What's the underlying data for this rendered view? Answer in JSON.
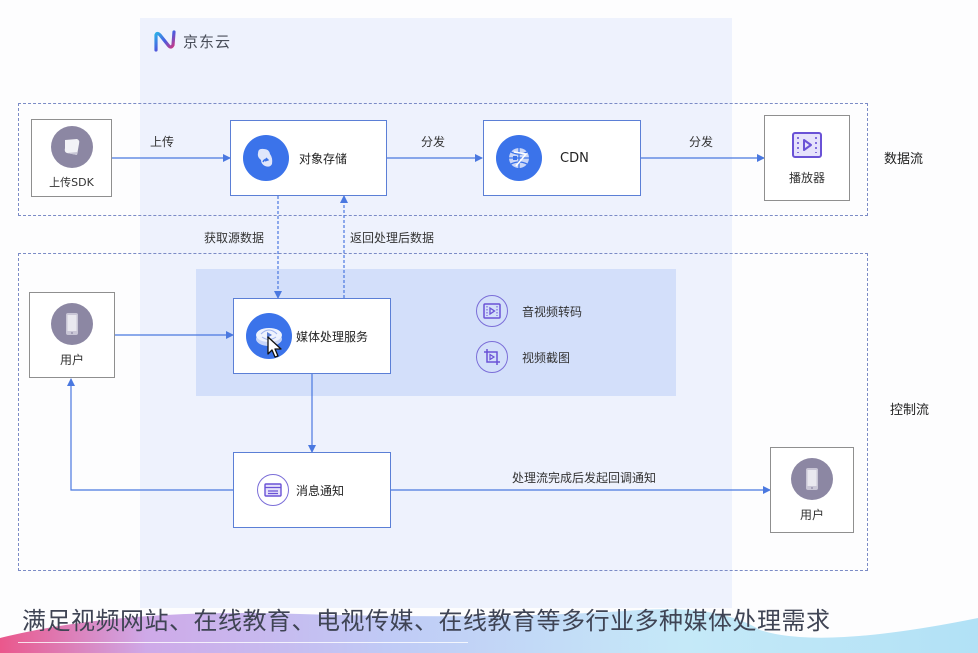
{
  "brand": {
    "name": "京东云"
  },
  "zones": {
    "data_flow": {
      "label": "数据流"
    },
    "control_flow": {
      "label": "控制流"
    }
  },
  "nodes": {
    "upload_sdk": {
      "label": "上传SDK",
      "icon": "upload-sdk-icon"
    },
    "object_storage": {
      "label": "对象存储",
      "icon": "cloud-storage-icon"
    },
    "cdn": {
      "label": "CDN",
      "icon": "globe-network-icon"
    },
    "player": {
      "label": "播放器",
      "icon": "video-player-icon"
    },
    "user_left": {
      "label": "用户",
      "icon": "mobile-phone-icon"
    },
    "media_service": {
      "label": "媒体处理服务",
      "icon": "media-processing-icon"
    },
    "message_notify": {
      "label": "消息通知",
      "icon": "message-card-icon"
    },
    "user_right": {
      "label": "用户",
      "icon": "mobile-phone-icon"
    }
  },
  "media_features": [
    {
      "label": "音视频转码",
      "icon": "video-transcode-icon"
    },
    {
      "label": "视频截图",
      "icon": "video-crop-icon"
    }
  ],
  "edges": {
    "upload": "上传",
    "distribute_1": "分发",
    "distribute_2": "分发",
    "fetch_source": "获取源数据",
    "return_processed": "返回处理后数据",
    "callback": "处理流完成后发起回调通知"
  },
  "footer": {
    "caption": "满足视频网站、在线教育、电视传媒、在线教育等多行业多种媒体处理需求"
  },
  "colors": {
    "accent_blue": "#3b73ea",
    "edge_blue": "#4a78e0",
    "icon_purple": "#7b6ed8",
    "panel_bg": "#eef2fd",
    "media_panel_bg": "#d3dffa"
  }
}
